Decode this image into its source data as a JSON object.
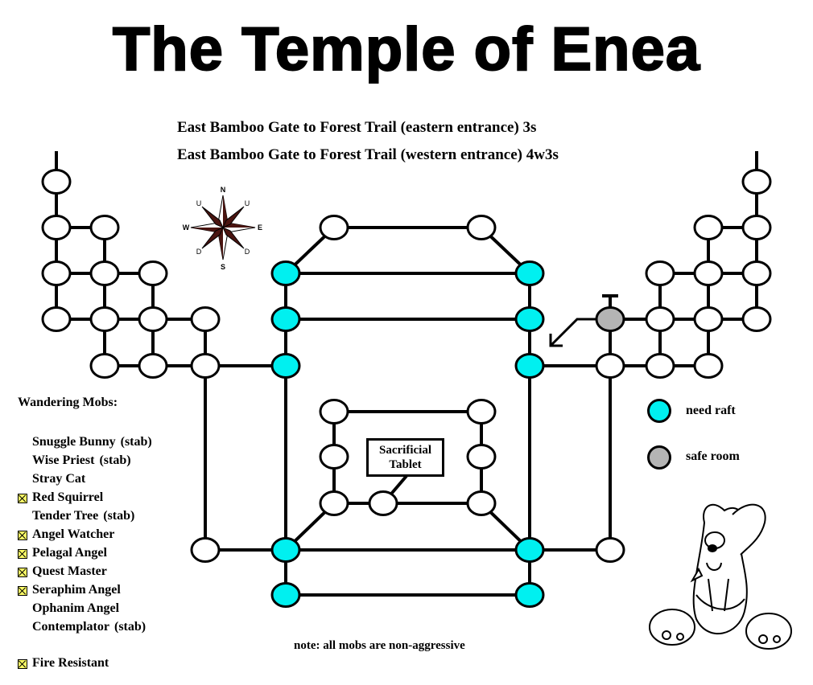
{
  "title": "The Temple of Enea",
  "directions": [
    "East Bamboo Gate to Forest Trail (eastern entrance) 3s",
    "East Bamboo Gate to Forest Trail (western entrance) 4w3s"
  ],
  "compass": {
    "n": "N",
    "s": "S",
    "e": "E",
    "w": "W",
    "u1": "U",
    "u2": "U",
    "d1": "D",
    "d2": "D"
  },
  "mobs": {
    "heading": "Wandering Mobs:",
    "items": [
      {
        "name": "Snuggle Bunny",
        "note": "(stab)",
        "checked": false
      },
      {
        "name": "Wise Priest",
        "note": "(stab)",
        "checked": false
      },
      {
        "name": "Stray Cat",
        "note": "",
        "checked": false
      },
      {
        "name": "Red Squirrel",
        "note": "",
        "checked": true
      },
      {
        "name": "Tender Tree",
        "note": "(stab)",
        "checked": false
      },
      {
        "name": "Angel Watcher",
        "note": "",
        "checked": true
      },
      {
        "name": "Pelagal Angel",
        "note": "",
        "checked": true
      },
      {
        "name": "Quest Master",
        "note": "",
        "checked": true
      },
      {
        "name": "Seraphim Angel",
        "note": "",
        "checked": true
      },
      {
        "name": "Ophanim Angel",
        "note": "",
        "checked": false
      },
      {
        "name": "Contemplator",
        "note": "(stab)",
        "checked": false
      }
    ],
    "fire_label": "Fire Resistant"
  },
  "note": "note: all mobs are non-aggressive",
  "legend": {
    "raft_label": "need raft",
    "safe_label": "safe room",
    "raft_color": "#00f0f0",
    "safe_color": "#b4b4b4"
  },
  "tablet": {
    "line1": "Sacrificial",
    "line2": "Tablet"
  },
  "map": {
    "nodes": [
      [
        70,
        226,
        "w"
      ],
      [
        70,
        283,
        "w"
      ],
      [
        130,
        283,
        "w"
      ],
      [
        70,
        340,
        "w"
      ],
      [
        130,
        340,
        "w"
      ],
      [
        190,
        340,
        "w"
      ],
      [
        70,
        397,
        "w"
      ],
      [
        130,
        397,
        "w"
      ],
      [
        190,
        397,
        "w"
      ],
      [
        255,
        397,
        "w"
      ],
      [
        130,
        455,
        "w"
      ],
      [
        190,
        455,
        "w"
      ],
      [
        255,
        455,
        "w"
      ],
      [
        940,
        226,
        "w"
      ],
      [
        940,
        283,
        "w"
      ],
      [
        880,
        283,
        "w"
      ],
      [
        940,
        340,
        "w"
      ],
      [
        880,
        340,
        "w"
      ],
      [
        820,
        340,
        "w"
      ],
      [
        940,
        397,
        "w"
      ],
      [
        880,
        397,
        "w"
      ],
      [
        820,
        397,
        "w"
      ],
      [
        758,
        397,
        "s"
      ],
      [
        880,
        455,
        "w"
      ],
      [
        820,
        455,
        "w"
      ],
      [
        758,
        455,
        "w"
      ],
      [
        415,
        283,
        "w"
      ],
      [
        598,
        283,
        "w"
      ],
      [
        355,
        340,
        "r"
      ],
      [
        658,
        340,
        "r"
      ],
      [
        355,
        397,
        "r"
      ],
      [
        658,
        397,
        "r"
      ],
      [
        355,
        455,
        "r"
      ],
      [
        658,
        455,
        "r"
      ],
      [
        415,
        512,
        "w"
      ],
      [
        598,
        512,
        "w"
      ],
      [
        415,
        568,
        "w"
      ],
      [
        598,
        568,
        "w"
      ],
      [
        415,
        626,
        "w"
      ],
      [
        476,
        626,
        "w"
      ],
      [
        598,
        626,
        "w"
      ],
      [
        255,
        684,
        "w"
      ],
      [
        355,
        684,
        "r"
      ],
      [
        658,
        684,
        "r"
      ],
      [
        758,
        684,
        "w"
      ],
      [
        355,
        740,
        "r"
      ],
      [
        658,
        740,
        "r"
      ]
    ],
    "edges": [
      [
        70,
        188,
        70,
        226
      ],
      [
        70,
        226,
        70,
        397
      ],
      [
        70,
        283,
        130,
        283
      ],
      [
        70,
        340,
        190,
        340
      ],
      [
        70,
        397,
        255,
        397
      ],
      [
        130,
        283,
        130,
        455
      ],
      [
        190,
        340,
        190,
        455
      ],
      [
        255,
        397,
        255,
        684
      ],
      [
        130,
        455,
        355,
        455
      ],
      [
        940,
        188,
        940,
        226
      ],
      [
        940,
        226,
        940,
        397
      ],
      [
        880,
        283,
        940,
        283
      ],
      [
        820,
        340,
        940,
        340
      ],
      [
        758,
        397,
        940,
        397
      ],
      [
        880,
        283,
        880,
        455
      ],
      [
        820,
        340,
        820,
        455
      ],
      [
        758,
        397,
        758,
        684
      ],
      [
        658,
        455,
        880,
        455
      ],
      [
        415,
        283,
        598,
        283
      ],
      [
        415,
        283,
        355,
        340
      ],
      [
        598,
        283,
        658,
        340
      ],
      [
        355,
        340,
        658,
        340
      ],
      [
        355,
        397,
        658,
        397
      ],
      [
        355,
        340,
        355,
        740
      ],
      [
        658,
        340,
        658,
        740
      ],
      [
        415,
        512,
        598,
        512
      ],
      [
        415,
        512,
        415,
        626
      ],
      [
        598,
        512,
        598,
        626
      ],
      [
        415,
        626,
        598,
        626
      ],
      [
        415,
        626,
        355,
        684
      ],
      [
        598,
        626,
        658,
        684
      ],
      [
        255,
        684,
        758,
        684
      ],
      [
        355,
        740,
        658,
        740
      ],
      [
        476,
        626,
        505,
        592
      ]
    ]
  }
}
